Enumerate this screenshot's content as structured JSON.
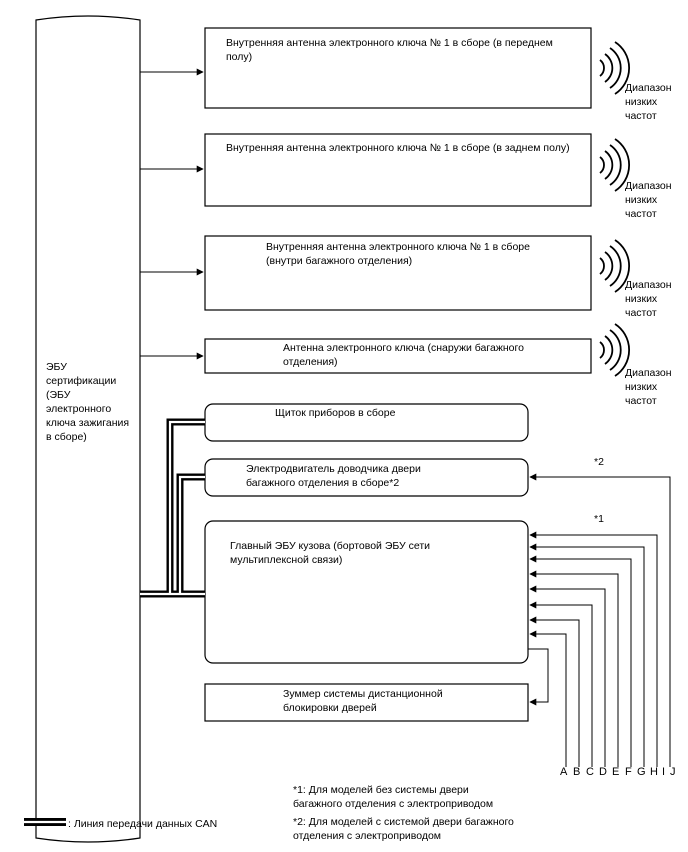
{
  "ecu": {
    "label": "ЭБУ\nсертификации\n(ЭБУ\nэлектронного\nключа зажигания\nв сборе)"
  },
  "boxes": [
    {
      "id": "antenna-front-floor",
      "label": "Внутренняя антенна электронного ключа № 1 в сборе (в переднем\nполу)"
    },
    {
      "id": "antenna-rear-floor",
      "label": "Внутренняя антенна электронного ключа № 1 в сборе (в заднем полу)"
    },
    {
      "id": "antenna-luggage-inside",
      "label": "Внутренняя антенна электронного ключа № 1 в сборе\n(внутри багажного отделения)"
    },
    {
      "id": "antenna-luggage-outside",
      "label": "Антенна электронного ключа (снаружи багажного\nотделения)"
    },
    {
      "id": "combination-meter",
      "label": "Щиток приборов в сборе"
    },
    {
      "id": "closer-motor",
      "label": "Электродвигатель доводчика двери\nбагажного отделения в сборе*2"
    },
    {
      "id": "main-body-ecu",
      "label": "Главный ЭБУ кузова (бортовой ЭБУ сети\nмультиплексной связи)"
    },
    {
      "id": "buzzer",
      "label": "Зуммер системы дистанционной\nблокировки дверей"
    }
  ],
  "lf_band_label": "Диапазон\nнизких\nчастот",
  "markers": {
    "star2": "*2",
    "star1": "*1"
  },
  "terminals": [
    "A",
    "B",
    "C",
    "D",
    "E",
    "F",
    "G",
    "H",
    "I",
    "J"
  ],
  "legend": {
    "can_line": ": Линия передачи данных CAN"
  },
  "notes": [
    "*1: Для моделей без системы двери\nбагажного отделения с электроприводом",
    "*2: Для моделей с системой двери багажного\nотделения с электроприводом"
  ]
}
